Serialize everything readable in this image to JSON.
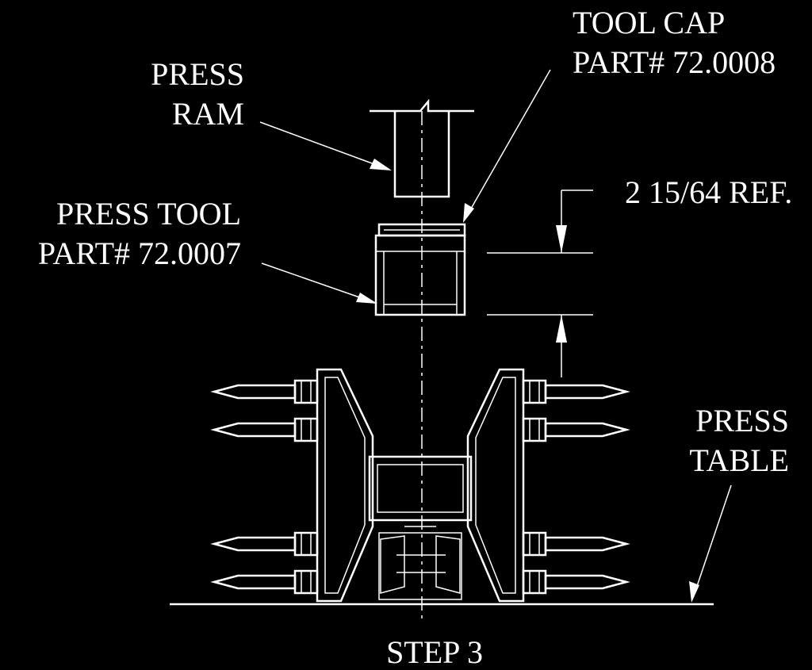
{
  "labels": {
    "press_ram": [
      "PRESS",
      "RAM"
    ],
    "tool_cap": [
      "TOOL CAP",
      "PART# 72.0008"
    ],
    "press_tool": [
      "PRESS TOOL",
      "PART# 72.0007"
    ],
    "dimension": "2 15/64 REF.",
    "press_table": [
      "PRESS",
      "TABLE"
    ],
    "step": "STEP 3"
  },
  "colors": {
    "background": "#000000",
    "linework": "#ffffff"
  }
}
